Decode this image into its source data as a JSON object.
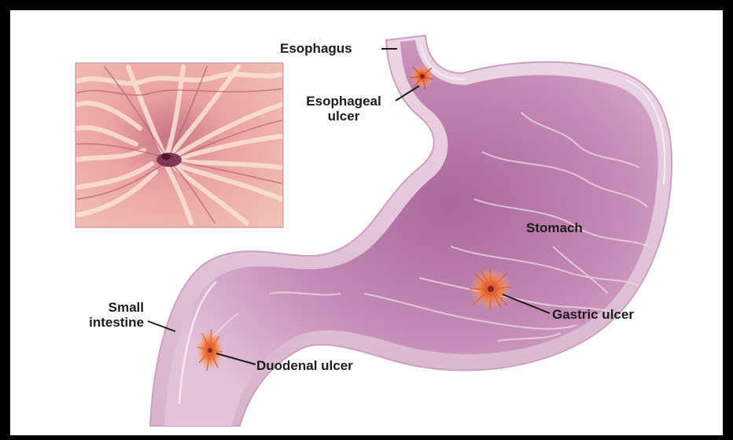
{
  "labels": {
    "esophagus": "Esophagus",
    "esophageal_ulcer_line1": "Esophageal",
    "esophageal_ulcer_line2": "ulcer",
    "stomach": "Stomach",
    "small_intestine_line1": "Small",
    "small_intestine_line2": "intestine",
    "gastric_ulcer": "Gastric ulcer",
    "duodenal_ulcer": "Duodenal ulcer"
  },
  "colors": {
    "frame": "#000000",
    "background": "#ffffff",
    "tissue_light": "#ead0e2",
    "tissue_mid": "#c98fb8",
    "tissue_dark": "#9c5a8b",
    "ulcer": "#ee6f37",
    "inset": "#e8a8a4"
  }
}
